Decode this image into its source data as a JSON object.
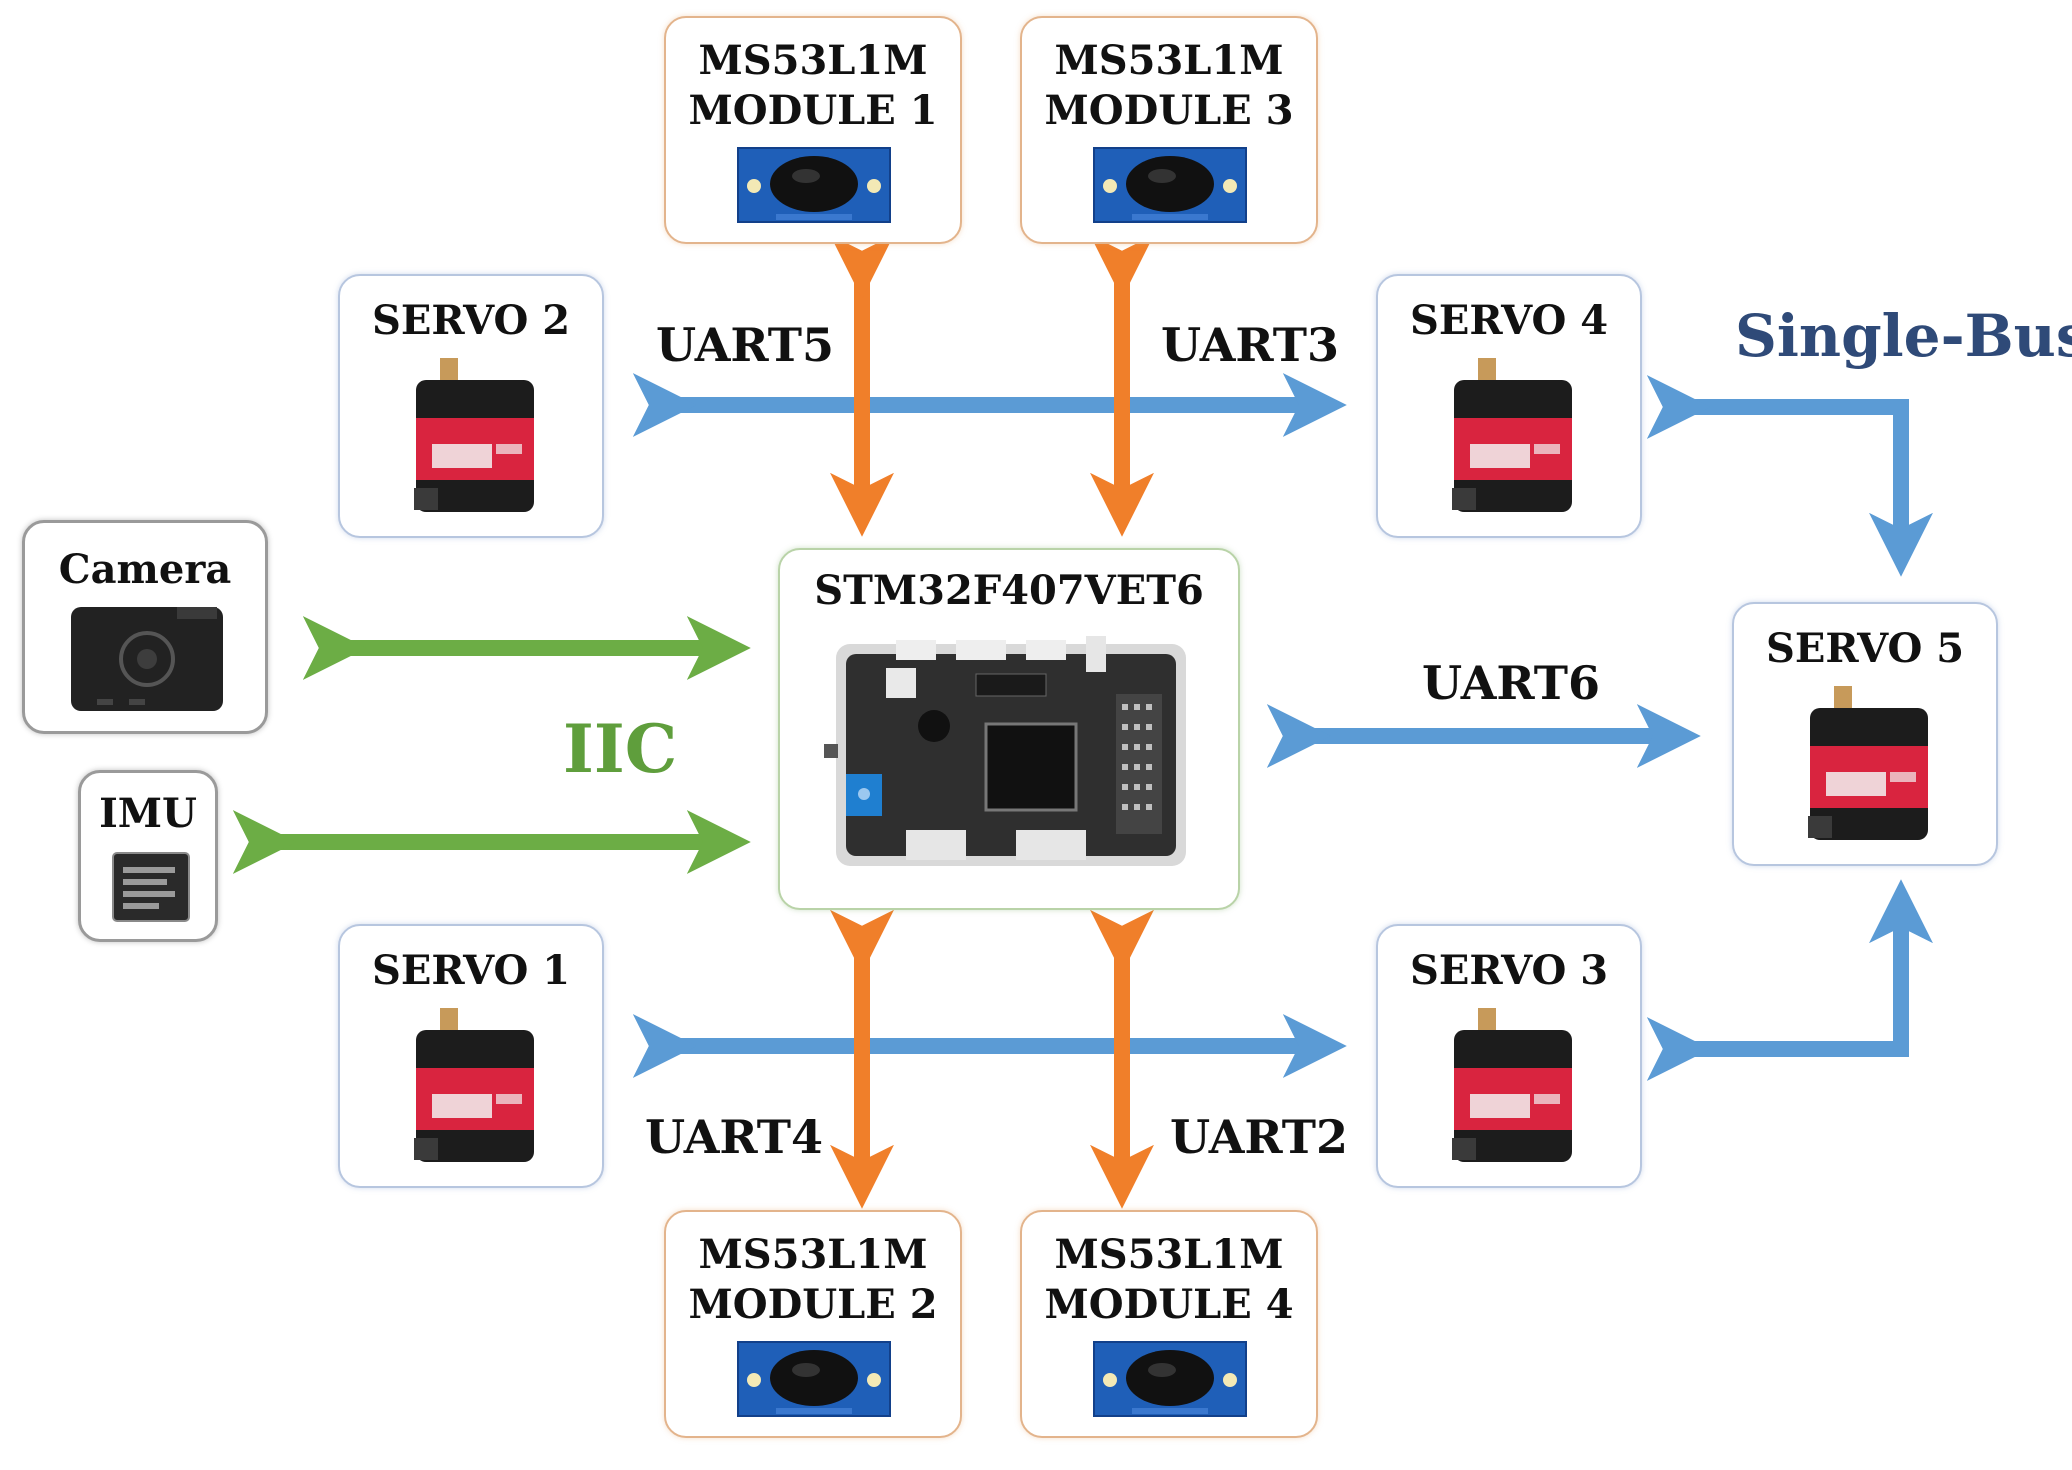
{
  "nodes": {
    "mcu": {
      "label": "STM32F407VET6"
    },
    "module1": {
      "line1": "MS53L1M",
      "line2": "MODULE 1"
    },
    "module2": {
      "line1": "MS53L1M",
      "line2": "MODULE 2"
    },
    "module3": {
      "line1": "MS53L1M",
      "line2": "MODULE 3"
    },
    "module4": {
      "line1": "MS53L1M",
      "line2": "MODULE 4"
    },
    "servo1": {
      "label": "SERVO 1"
    },
    "servo2": {
      "label": "SERVO 2"
    },
    "servo3": {
      "label": "SERVO 3"
    },
    "servo4": {
      "label": "SERVO 4"
    },
    "servo5": {
      "label": "SERVO 5"
    },
    "camera": {
      "label": "Camera"
    },
    "imu": {
      "label": "IMU"
    }
  },
  "links": {
    "uart5": "UART5",
    "uart3": "UART3",
    "uart4": "UART4",
    "uart2": "UART2",
    "uart6": "UART6",
    "iic": "IIC",
    "single_bus": "Single-Bus"
  },
  "colors": {
    "uart_arrow": "#f07f2a",
    "servo_bus_arrow": "#5b9bd5",
    "iic_arrow": "#6cad45",
    "iic_text": "#5f9e3c",
    "single_bus_text": "#2f4a78"
  },
  "icons": {
    "sensor": "tof-sensor-board-icon",
    "servo": "servo-motor-icon",
    "camera": "camera-module-icon",
    "imu": "imu-chip-icon",
    "board": "controller-board-icon"
  }
}
